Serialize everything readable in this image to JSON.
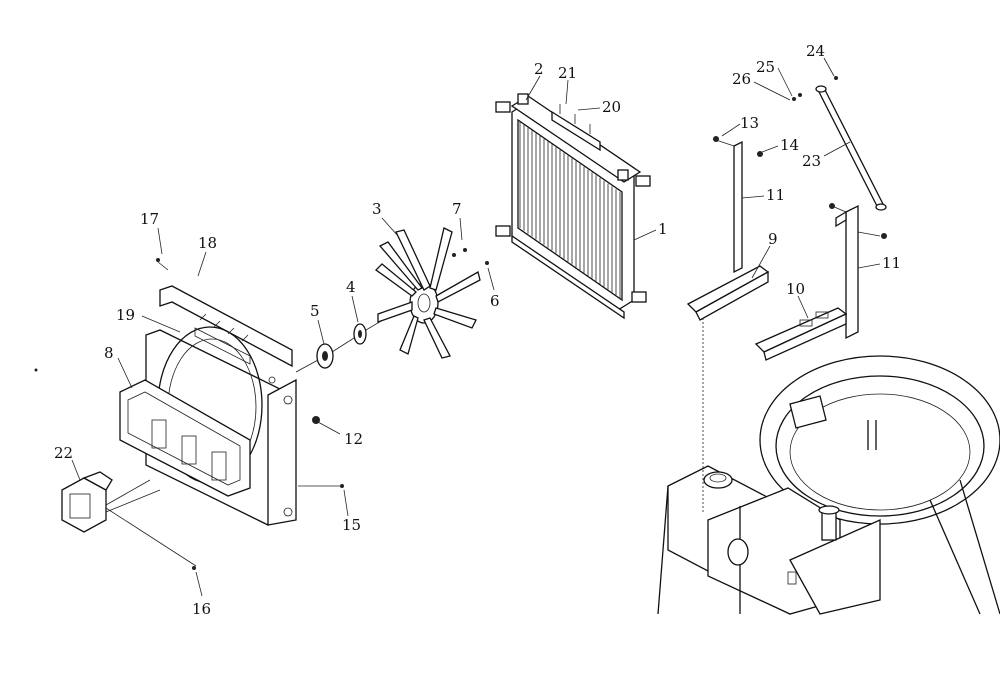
{
  "callouts": [
    {
      "id": "1",
      "text": "1"
    },
    {
      "id": "2",
      "text": "2"
    },
    {
      "id": "3",
      "text": "3"
    },
    {
      "id": "4",
      "text": "4"
    },
    {
      "id": "5",
      "text": "5"
    },
    {
      "id": "6",
      "text": "6"
    },
    {
      "id": "7",
      "text": "7"
    },
    {
      "id": "8",
      "text": "8"
    },
    {
      "id": "9",
      "text": "9"
    },
    {
      "id": "10",
      "text": "10"
    },
    {
      "id": "11a",
      "text": "11"
    },
    {
      "id": "11b",
      "text": "11"
    },
    {
      "id": "12",
      "text": "12"
    },
    {
      "id": "13",
      "text": "13"
    },
    {
      "id": "14",
      "text": "14"
    },
    {
      "id": "15",
      "text": "15"
    },
    {
      "id": "16",
      "text": "16"
    },
    {
      "id": "17",
      "text": "17"
    },
    {
      "id": "18",
      "text": "18"
    },
    {
      "id": "19",
      "text": "19"
    },
    {
      "id": "20",
      "text": "20"
    },
    {
      "id": "21",
      "text": "21"
    },
    {
      "id": "22",
      "text": "22"
    },
    {
      "id": "23",
      "text": "23"
    },
    {
      "id": "24",
      "text": "24"
    },
    {
      "id": "25",
      "text": "25"
    },
    {
      "id": "26",
      "text": "26"
    }
  ]
}
